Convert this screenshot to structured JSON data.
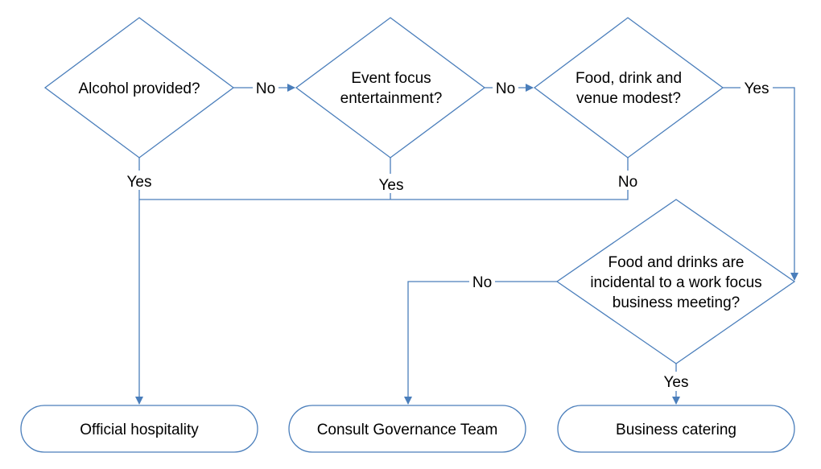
{
  "diagram": {
    "colors": {
      "stroke": "#4a7ebb",
      "arrow": "#4a7ebb",
      "text": "#000000",
      "background": "#ffffff"
    },
    "decisions": [
      {
        "id": "alcohol",
        "lines": [
          "Alcohol provided?"
        ]
      },
      {
        "id": "entertainment",
        "lines": [
          "Event focus",
          "entertainment?"
        ]
      },
      {
        "id": "modest",
        "lines": [
          "Food, drink and",
          "venue modest?"
        ]
      },
      {
        "id": "incidental",
        "lines": [
          "Food and drinks are",
          "incidental to a work focus",
          "business meeting?"
        ]
      }
    ],
    "terminals": [
      {
        "id": "official",
        "label": "Official hospitality"
      },
      {
        "id": "governance",
        "label": "Consult Governance Team"
      },
      {
        "id": "catering",
        "label": "Business catering"
      }
    ],
    "edge_labels": {
      "alcohol_no": "No",
      "alcohol_yes": "Yes",
      "entertainment_no": "No",
      "entertainment_yes": "Yes",
      "modest_yes": "Yes",
      "modest_no": "No",
      "incidental_no": "No",
      "incidental_yes": "Yes"
    }
  }
}
